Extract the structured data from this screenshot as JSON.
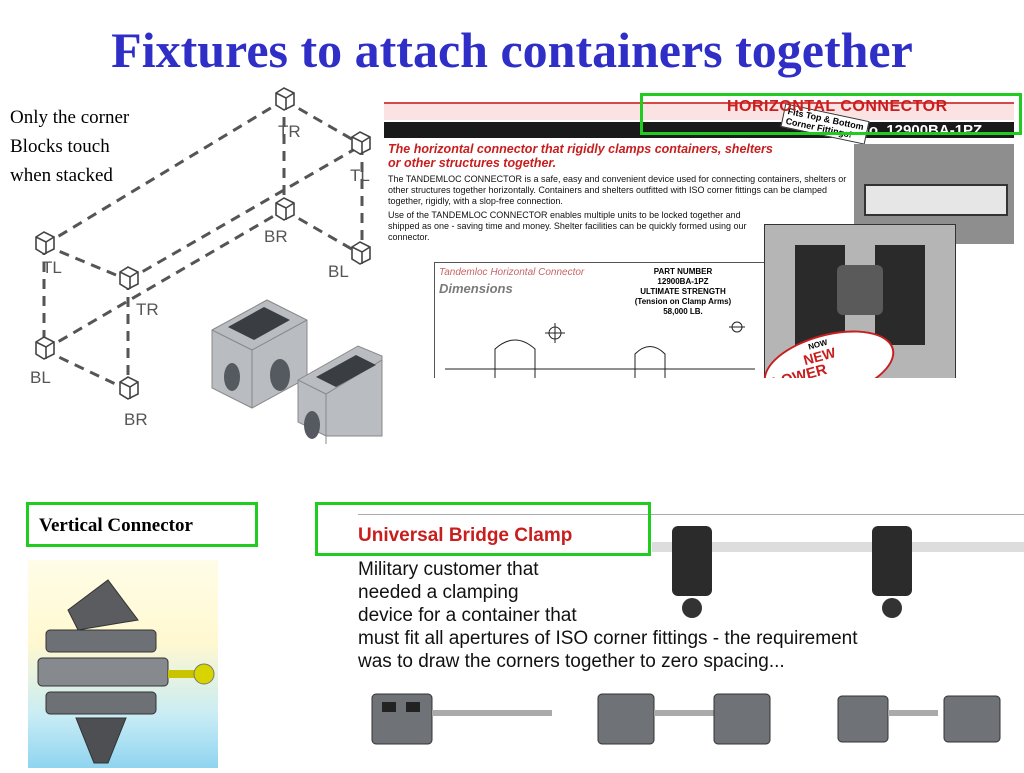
{
  "slide": {
    "title": "Fixtures to attach containers together"
  },
  "stacking_note": {
    "lines": [
      "Only the corner",
      "Blocks touch",
      "when stacked"
    ]
  },
  "diagram_labels": [
    "TR",
    "TL",
    "BR",
    "BL",
    "TL",
    "TR",
    "BL",
    "BR"
  ],
  "horizontal_connector": {
    "title": "HORIZONTAL CONNECTOR",
    "part_no": "No. 12900BA-1PZ",
    "fits_badge": "Fits Top & Bottom Corner Fittings!",
    "subtitle": "The horizontal connector that rigidly clamps containers, shelters or other structures together.",
    "paragraph1": "The TANDEMLOC CONNECTOR is a safe, easy and convenient device used for connecting containers, shelters or other structures together horizontally. Containers and shelters outfitted with ISO corner fittings can be clamped together, rigidly, with a slop-free connection.",
    "paragraph2": "Use of the TANDEMLOC CONNECTOR enables multiple units to be locked together and shipped as one - saving time and money. Shelter facilities can be quickly formed using our connector.",
    "dimensions_title": "Tandemloc Horizontal Connector",
    "dimensions_label": "Dimensions",
    "spec_lines": [
      "PART NUMBER",
      "12900BA-1PZ",
      "ULTIMATE STRENGTH",
      "(Tension on Clamp Arms)",
      "58,000 LB."
    ],
    "badge_now": "NOW",
    "badge_new": "NEW",
    "badge_lower": "LOWER"
  },
  "vertical_connector": {
    "label": "Vertical Connector"
  },
  "universal_bridge_clamp": {
    "heading": "Universal Bridge Clamp",
    "lines": [
      "Military customer that",
      "needed a clamping",
      "device for a container that",
      "must fit all apertures of ISO corner fittings - the requirement",
      "was to draw the corners together to zero spacing..."
    ]
  },
  "colors": {
    "title": "#2f2fc8",
    "highlight_box": "#1fcc1f",
    "brochure_red": "#c81e1e"
  }
}
